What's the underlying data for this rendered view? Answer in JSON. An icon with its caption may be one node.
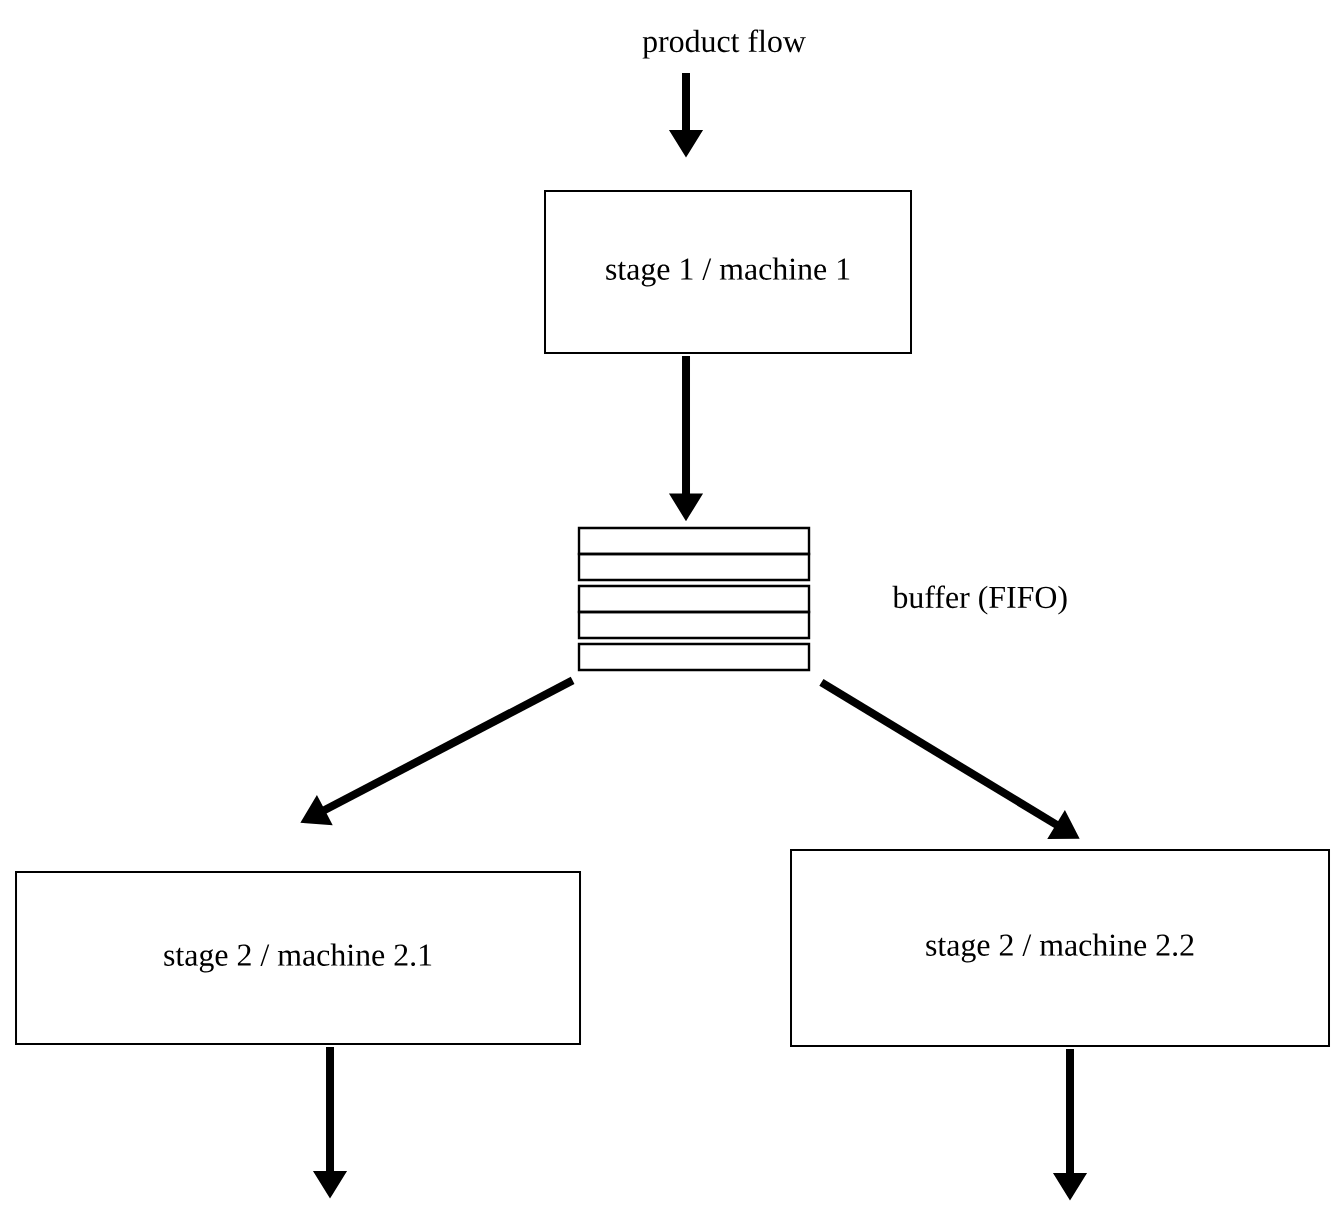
{
  "diagram": {
    "nodes": [
      {
        "text": [
          "product flow"
        ]
      },
      {
        "text": [
          "stage 1 / machine 1"
        ]
      },
      {
        "text": [],
        "shape": "stack",
        "beside": [
          "buffer (FIFO)"
        ]
      },
      {
        "text": [
          "stage 2 / machine 2.1"
        ]
      },
      {
        "text": [
          "stage 2 / machine 2.2"
        ]
      }
    ],
    "edges": [
      {
        "from": 0,
        "to": 1,
        "arrow": "to"
      },
      {
        "from": 1,
        "to": 2,
        "arrow": "to"
      },
      {
        "from": 2,
        "to": 3,
        "arrow": "to"
      },
      {
        "from": 2,
        "to": 4,
        "arrow": "to"
      },
      {
        "from": 3,
        "to": null,
        "arrow": "to"
      },
      {
        "from": 4,
        "to": null,
        "arrow": "to"
      }
    ]
  }
}
